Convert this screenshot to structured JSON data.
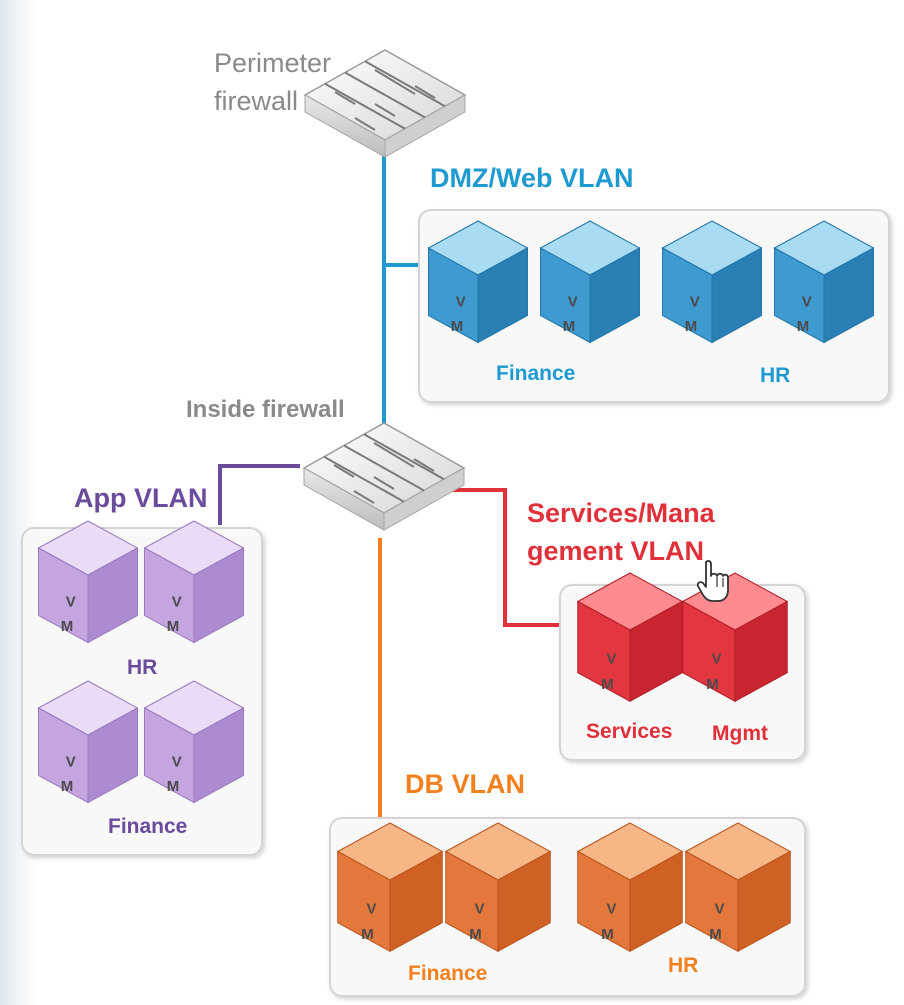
{
  "colors": {
    "dmz": "#1f9ad0",
    "app": "#6b4b9b",
    "services": "#e0303a",
    "db": "#f2801f",
    "firewall_label": "#8a8a8a"
  },
  "perimeter_firewall": {
    "line1": "Perimeter",
    "line2": "firewall",
    "icon": "firewall-icon"
  },
  "inside_firewall": {
    "label": "Inside firewall",
    "icon": "firewall-icon"
  },
  "vm_icon": {
    "line1": "V",
    "line2": "M"
  },
  "vlans": {
    "dmz": {
      "title": "DMZ/Web VLAN",
      "groups": [
        "Finance",
        "HR"
      ]
    },
    "app": {
      "title": "App VLAN",
      "groups": [
        "HR",
        "Finance"
      ]
    },
    "services": {
      "title_line1": "Services/Mana",
      "title_line2": "gement VLAN",
      "groups": [
        "Services",
        "Mgmt"
      ]
    },
    "db": {
      "title": "DB VLAN",
      "groups": [
        "Finance",
        "HR"
      ]
    }
  },
  "cursor": {
    "icon": "hand-pointer-icon"
  }
}
